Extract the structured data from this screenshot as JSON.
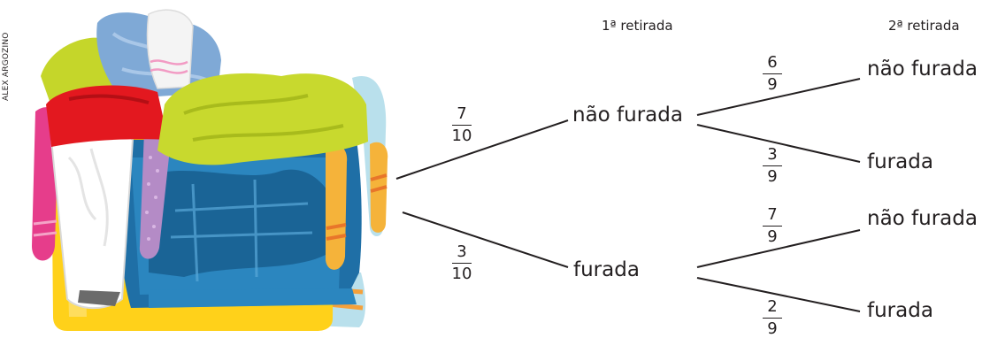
{
  "credit": "ALEX ARGOZINO",
  "headers": {
    "first": "1ª retirada",
    "second": "2ª retirada"
  },
  "first_level": [
    {
      "label": "não furada",
      "probability": {
        "num": "7",
        "den": "10"
      }
    },
    {
      "label": "furada",
      "probability": {
        "num": "3",
        "den": "10"
      }
    }
  ],
  "second_level": {
    "after_nao_furada": [
      {
        "label": "não furada",
        "probability": {
          "num": "6",
          "den": "9"
        }
      },
      {
        "label": "furada",
        "probability": {
          "num": "3",
          "den": "9"
        }
      }
    ],
    "after_furada": [
      {
        "label": "não furada",
        "probability": {
          "num": "7",
          "den": "9"
        }
      },
      {
        "label": "furada",
        "probability": {
          "num": "2",
          "den": "9"
        }
      }
    ]
  },
  "colors": {
    "line": "#231f20",
    "text": "#231f20"
  }
}
